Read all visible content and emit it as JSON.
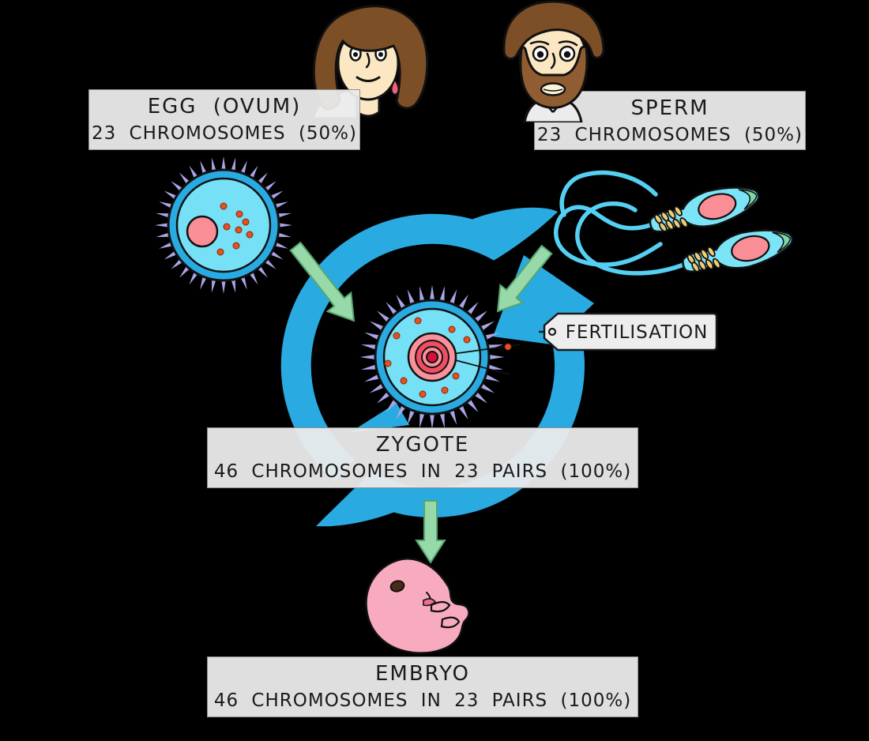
{
  "diagram": {
    "egg_label": {
      "title": "EGG (OVUM)",
      "subtitle": "23 CHROMOSOMES (50%)"
    },
    "sperm_label": {
      "title": "SPERM",
      "subtitle": "23 CHROMOSOMES (50%)"
    },
    "zygote_label": {
      "title": "ZYGOTE",
      "subtitle": "46 CHROMOSOMES IN 23 PAIRS (100%)"
    },
    "embryo_label": {
      "title": "EMBRYO",
      "subtitle": "46 CHROMOSOMES IN 23 PAIRS (100%)"
    },
    "fertilisation_tag": {
      "label": "FERTILISATION"
    }
  },
  "colors": {
    "background": "#000000",
    "label_bg": "#ebebeb",
    "label_text": "#1a1a1a",
    "cycle_blue": "#29abe2",
    "cell_ring_blue": "#29abe2",
    "cell_cyan": "#76e1f6",
    "corona_lavender": "#a9a5e6",
    "nucleus_pink": "#f98e96",
    "zygote_nucleus_red": "#d60f3c",
    "granule_orange": "#e8501d",
    "arrow_green": "#97d9a8",
    "sperm_tail_blue": "#55cff2",
    "acrosome_green": "#7fd8a4",
    "mitochondria_yellow": "#f2ce72",
    "skin": "#fbe7c2",
    "hair_brown": "#7d4f27",
    "embryo_pink": "#f8abbe"
  }
}
